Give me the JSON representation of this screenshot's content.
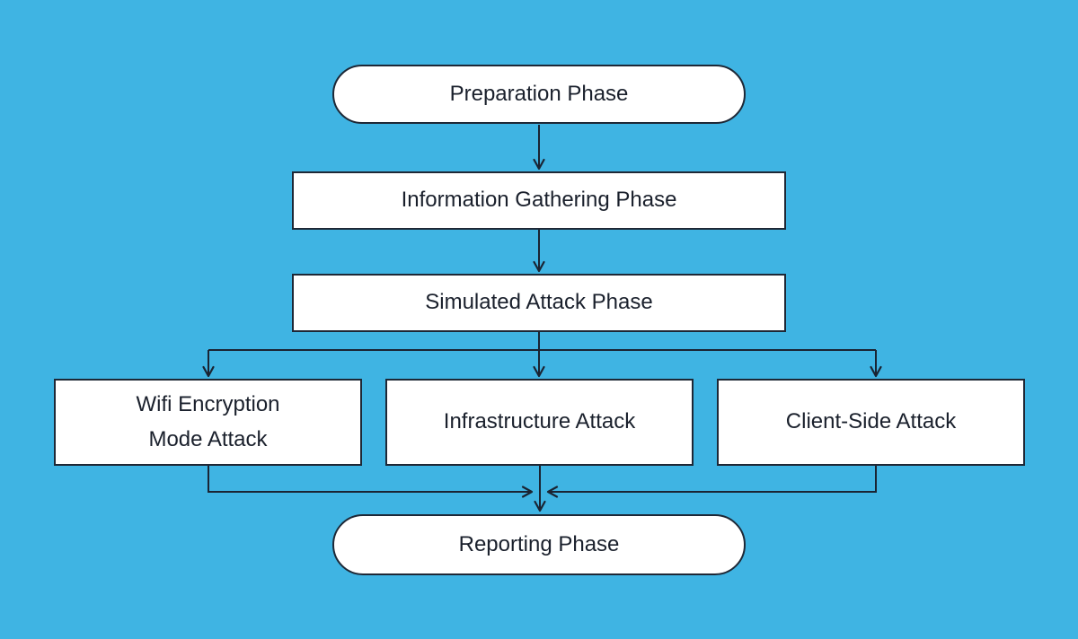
{
  "canvas": {
    "background_color": "#3FB4E3",
    "node_fill_color": "#FFFFFF",
    "line_color": "#1A2433",
    "text_color": "#1A202C"
  },
  "diagram": {
    "type": "flowchart",
    "nodes": [
      {
        "id": "preparation",
        "shape": "stadium",
        "label": "Preparation Phase"
      },
      {
        "id": "information-gathering",
        "shape": "rect",
        "label": "Information Gathering Phase"
      },
      {
        "id": "simulated-attack",
        "shape": "rect",
        "label": "Simulated Attack Phase"
      },
      {
        "id": "wifi-encryption-mode",
        "shape": "rect",
        "label": "Wifi Encryption Mode Attack"
      },
      {
        "id": "infrastructure",
        "shape": "rect",
        "label": "Infrastructure Attack"
      },
      {
        "id": "client-side",
        "shape": "rect",
        "label": "Client-Side Attack"
      },
      {
        "id": "reporting",
        "shape": "stadium",
        "label": "Reporting Phase"
      }
    ],
    "edges": [
      {
        "from": "preparation",
        "to": "information-gathering"
      },
      {
        "from": "information-gathering",
        "to": "simulated-attack"
      },
      {
        "from": "simulated-attack",
        "to": "wifi-encryption-mode"
      },
      {
        "from": "simulated-attack",
        "to": "infrastructure"
      },
      {
        "from": "simulated-attack",
        "to": "client-side"
      },
      {
        "from": "wifi-encryption-mode",
        "to": "reporting"
      },
      {
        "from": "infrastructure",
        "to": "reporting"
      },
      {
        "from": "client-side",
        "to": "reporting"
      }
    ]
  }
}
